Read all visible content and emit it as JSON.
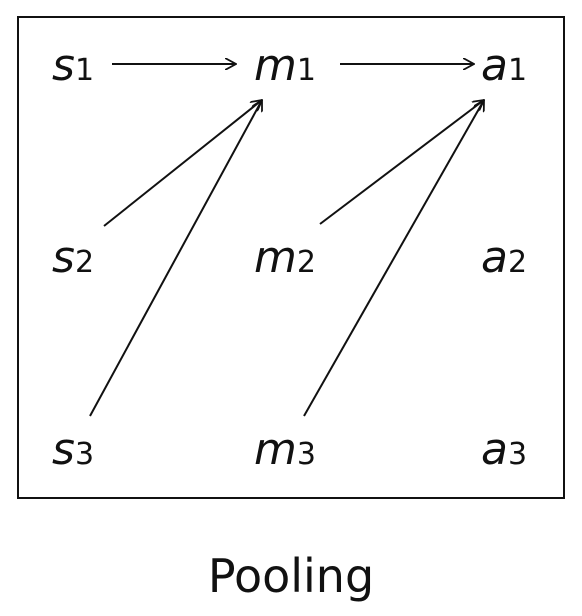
{
  "caption": "Pooling",
  "nodes": [
    {
      "id": "s1",
      "base": "s",
      "sub": "1"
    },
    {
      "id": "s2",
      "base": "s",
      "sub": "2"
    },
    {
      "id": "s3",
      "base": "s",
      "sub": "3"
    },
    {
      "id": "m1",
      "base": "m",
      "sub": "1"
    },
    {
      "id": "m2",
      "base": "m",
      "sub": "2"
    },
    {
      "id": "m3",
      "base": "m",
      "sub": "3"
    },
    {
      "id": "a1",
      "base": "a",
      "sub": "1"
    },
    {
      "id": "a2",
      "base": "a",
      "sub": "2"
    },
    {
      "id": "a3",
      "base": "a",
      "sub": "3"
    }
  ],
  "edges": [
    {
      "from": "s1",
      "to": "m1"
    },
    {
      "from": "m1",
      "to": "a1"
    },
    {
      "from": "s2",
      "to": "m1"
    },
    {
      "from": "s3",
      "to": "m1"
    },
    {
      "from": "m2",
      "to": "a1"
    },
    {
      "from": "m3",
      "to": "a1"
    }
  ]
}
